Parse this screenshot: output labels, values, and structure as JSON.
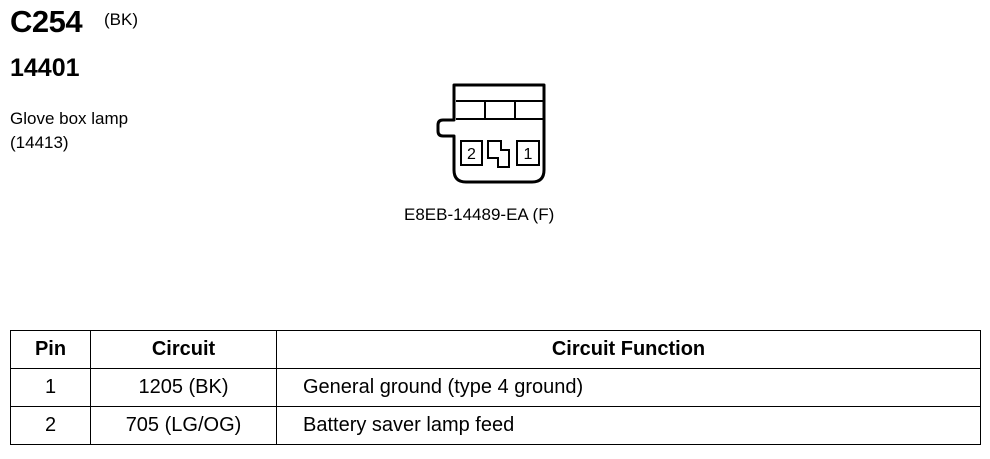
{
  "connector": {
    "id": "C254",
    "color": "(BK)",
    "part_number": "14401",
    "component_name": "Glove box lamp",
    "component_number": "(14413)",
    "connector_part": "E8EB-14489-EA (F)",
    "cavity_left": "2",
    "cavity_right": "1"
  },
  "table": {
    "headers": {
      "pin": "Pin",
      "circuit": "Circuit",
      "function": "Circuit Function"
    },
    "rows": [
      {
        "pin": "1",
        "circuit": "1205 (BK)",
        "function": "General ground (type 4 ground)"
      },
      {
        "pin": "2",
        "circuit": "705 (LG/OG)",
        "function": "Battery saver lamp feed"
      }
    ]
  }
}
